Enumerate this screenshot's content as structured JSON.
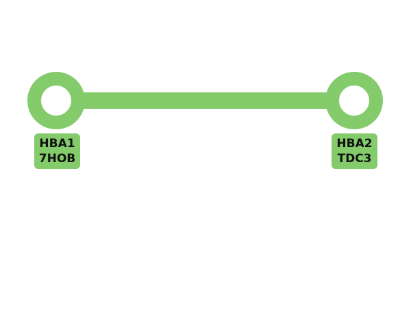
{
  "colors": {
    "link": "#83cb6b",
    "node_ring": "#83cb6b",
    "node_fill": "#ffffff",
    "label_bg": "#83cb6b",
    "label_text": "#111111"
  },
  "nodes": [
    {
      "line1": "HBA1",
      "line2": "7HOB"
    },
    {
      "line1": "HBA2",
      "line2": "TDC3"
    }
  ]
}
